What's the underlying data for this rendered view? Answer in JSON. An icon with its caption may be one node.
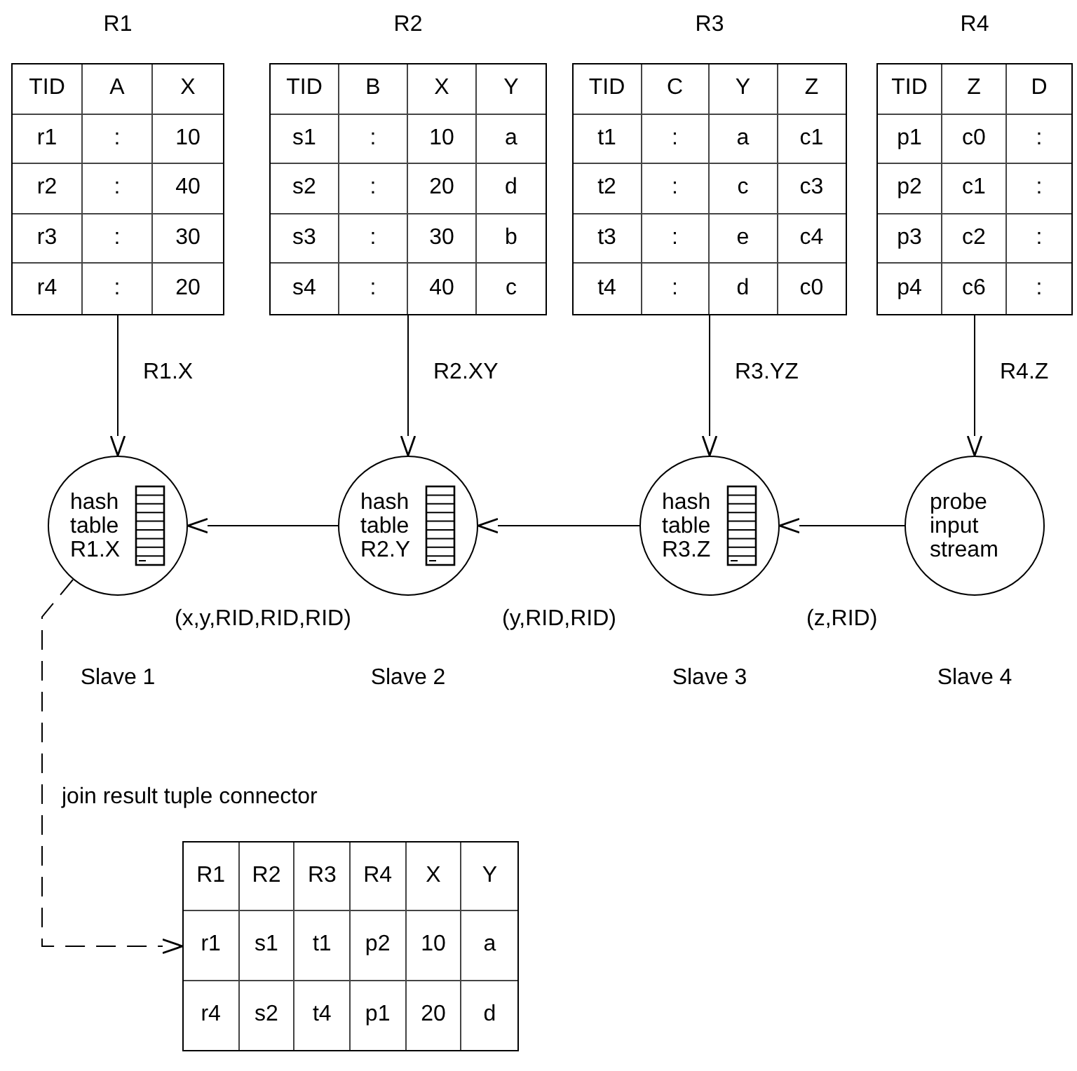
{
  "diagram": {
    "nodes": [
      {
        "text": [
          "R1",
          "TID",
          "A",
          "X",
          "r1",
          ":",
          "10",
          "r2",
          ":",
          "40",
          "r3",
          ":",
          "30",
          "r4",
          ":",
          "20"
        ]
      },
      {
        "text": [
          "R2",
          "TID",
          "B",
          "X",
          "Y",
          "s1",
          ":",
          "10",
          "a",
          "s2",
          ":",
          "20",
          "d",
          "s3",
          ":",
          "30",
          "b",
          "s4",
          ":",
          "40",
          "c"
        ]
      },
      {
        "text": [
          "R3",
          "TID",
          "C",
          "Y",
          "Z",
          "t1",
          ":",
          "a",
          "c1",
          "t2",
          ":",
          "c",
          "c3",
          "t3",
          ":",
          "e",
          "c4",
          "t4",
          ":",
          "d",
          "c0"
        ]
      },
      {
        "text": [
          "R4",
          "TID",
          "Z",
          "D",
          "p1",
          "c0",
          ":",
          "p2",
          "c1",
          ":",
          "p3",
          "c2",
          ":",
          "p4",
          "c6",
          ":"
        ]
      },
      {
        "text": [
          "hash table R1.X"
        ],
        "beside": [
          "Slave 1"
        ]
      },
      {
        "text": [
          "hash table R2.Y"
        ],
        "beside": [
          "Slave 2"
        ]
      },
      {
        "text": [
          "hash table R3.Z"
        ],
        "beside": [
          "Slave 3"
        ]
      },
      {
        "text": [
          "probe input stream"
        ],
        "beside": [
          "Slave 4"
        ]
      },
      {
        "text": [
          "R1",
          "R2",
          "R3",
          "R4",
          "X",
          "Y",
          "r1",
          "s1",
          "t1",
          "p2",
          "10",
          "a",
          "r4",
          "s2",
          "t4",
          "p1",
          "20",
          "d"
        ]
      }
    ],
    "edges": [
      {
        "from": 0,
        "to": 4,
        "arrow": "to",
        "label": "R1.X"
      },
      {
        "from": 1,
        "to": 5,
        "arrow": "to",
        "label": "R2.XY"
      },
      {
        "from": 2,
        "to": 6,
        "arrow": "to",
        "label": "R3.YZ"
      },
      {
        "from": 3,
        "to": 7,
        "arrow": "to",
        "label": "R4.Z"
      },
      {
        "from": 7,
        "to": 6,
        "arrow": "to",
        "label": "(z,RID)"
      },
      {
        "from": 6,
        "to": 5,
        "arrow": "to",
        "label": "(y,RID,RID)"
      },
      {
        "from": 5,
        "to": 4,
        "arrow": "to",
        "label": "(x,y,RID,RID,RID)"
      },
      {
        "from": 4,
        "to": 8,
        "arrow": "to",
        "label": "join result tuple connector",
        "style": "dashed"
      }
    ]
  }
}
